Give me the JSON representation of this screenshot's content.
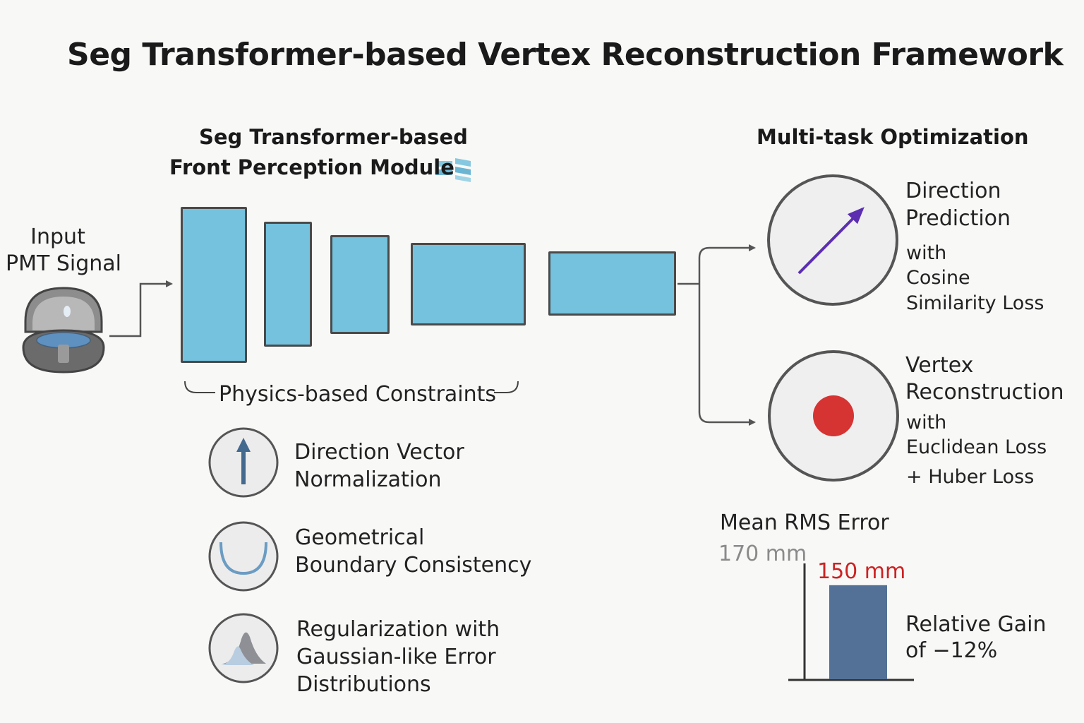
{
  "title": "Seg Transformer-based Vertex Reconstruction Framework",
  "input": {
    "line1": "Input",
    "line2": "PMT Signal"
  },
  "front_module": {
    "line1": "Seg Transformer-based",
    "line2": "Front Perception Module"
  },
  "constraints": {
    "label": "Physics-based Constraints",
    "items": [
      {
        "line1": "Direction Vector",
        "line2": "Normalization",
        "icon": "up-arrow-icon"
      },
      {
        "line1": "Geometrical",
        "line2": "Boundary Consistency",
        "icon": "u-curve-icon"
      },
      {
        "line1": "Regularization with",
        "line2": "Gaussian-like Error",
        "line3": "Distributions",
        "icon": "gaussian-peak-icon"
      }
    ]
  },
  "optimization": {
    "title": "Multi-task Optimization",
    "direction": {
      "line1": "Direction",
      "line2": "Prediction",
      "line3": "with",
      "line4": "Cosine",
      "line5": "Similarity Loss"
    },
    "vertex": {
      "line1": "Vertex",
      "line2": "Reconstruction",
      "line3": "with",
      "line4": "Euclidean Loss",
      "line5": "+ Huber Loss"
    }
  },
  "error_chart": {
    "title": "Mean RMS Error",
    "baseline_label": "170 mm",
    "value_label": "150 mm",
    "gain_line1": "Relative Gain",
    "gain_line2": "of −12%"
  },
  "chart_data": {
    "type": "bar",
    "categories": [
      ""
    ],
    "values": [
      150
    ],
    "reference": 170,
    "unit": "mm",
    "title": "Mean RMS Error"
  },
  "colors": {
    "block_fill": "#74c2dd",
    "arrow_purple": "#5b2fb0",
    "vertex_red": "#d63333",
    "bar_blue": "#537196",
    "value_red": "#cc2222",
    "baseline_gray": "#8a8a8a"
  }
}
